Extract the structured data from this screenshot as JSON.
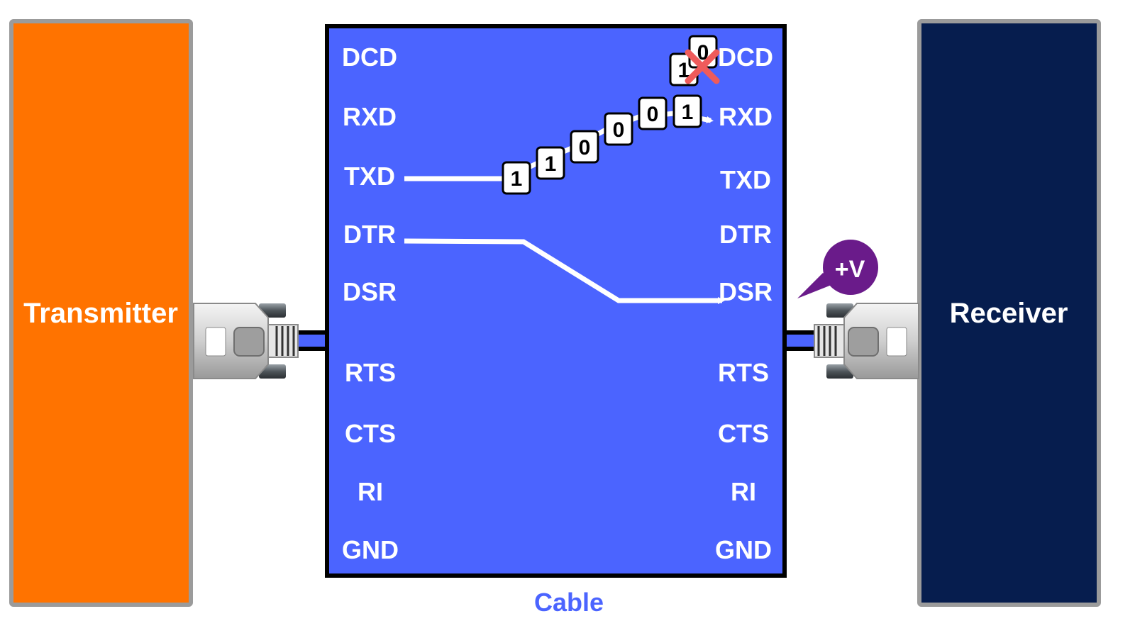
{
  "transmitter": {
    "label": "Transmitter",
    "color": "#ff7300"
  },
  "receiver": {
    "label": "Receiver",
    "color": "#061d4e"
  },
  "cable": {
    "label": "Cable",
    "color": "#4b64ff",
    "label_color": "#4b64ff"
  },
  "pins_left": [
    "DCD",
    "RXD",
    "TXD",
    "DTR",
    "DSR",
    "RTS",
    "CTS",
    "RI",
    "GND"
  ],
  "pins_right": [
    "DCD",
    "RXD",
    "TXD",
    "DTR",
    "DSR",
    "RTS",
    "CTS",
    "RI",
    "GND"
  ],
  "bits_stream": [
    "1",
    "1",
    "0",
    "0",
    "0",
    "1"
  ],
  "bits_error": [
    "1",
    "0"
  ],
  "voltage_badge": {
    "label": "+V",
    "color": "#6a1b8a"
  },
  "error_mark_color": "#ef5b5b"
}
